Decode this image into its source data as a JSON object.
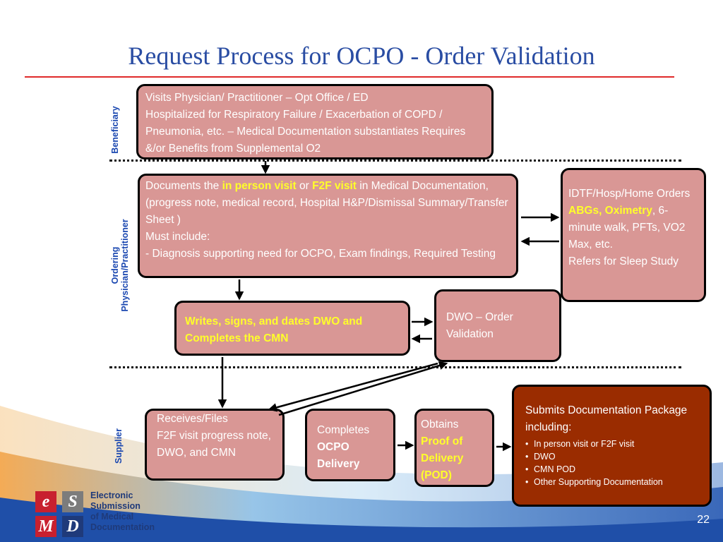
{
  "slide": {
    "title": "Request Process for OCPO - Order Validation",
    "page_number": "22"
  },
  "lanes": {
    "beneficiary": "Beneficiary",
    "ordering_line1": "Ordering",
    "ordering_line2": "Physician/Practitioner",
    "supplier": "Supplier"
  },
  "boxes": {
    "visit": {
      "line1": "Visits Physician/ Practitioner – Opt Office / ED",
      "line2": "Hospitalized for Respiratory Failure / Exacerbation of COPD / Pneumonia, etc. – Medical Documentation substantiates Requires &/or Benefits from Supplemental O2"
    },
    "documents": {
      "t1": "Documents the ",
      "h1": "in person visit",
      "t2": " or ",
      "h2": "F2F visit",
      "t3": " in Medical Documentation, (progress note,  medical record, Hospital H&P/Dismissal Summary/Transfer Sheet )",
      "must": "Must include:",
      "dash": "- ",
      "item": "Diagnosis supporting need for OCPO, Exam findings, Required Testing"
    },
    "idtf": {
      "t1": "IDTF/Hosp/Home Orders ",
      "h1": "ABGs, Oximetry",
      "t2": ", 6-minute walk, PFTs, VO2 Max, etc.",
      "line2": "Refers for Sleep Study"
    },
    "writes": {
      "text": "Writes, signs, and dates DWO and Completes the CMN"
    },
    "dwo": {
      "text": "DWO – Order Validation"
    },
    "receives": {
      "line1": "Receives/Files",
      "line2": "F2F visit progress note, DWO, and CMN"
    },
    "completes": {
      "line1": "Completes",
      "line2": "OCPO Delivery"
    },
    "obtains": {
      "line1": "Obtains",
      "line2": "Proof of Delivery (POD)"
    },
    "submits": {
      "title": "Submits Documentation Package including:",
      "items": [
        "In person visit or F2F visit",
        "DWO",
        "CMN  POD",
        "Other Supporting Documentation"
      ]
    }
  },
  "logo": {
    "letters": [
      "e",
      "S",
      "M",
      "D"
    ],
    "line1": "Electronic",
    "line2": "Submission",
    "line3": "of Medical",
    "line4": "Documentation"
  },
  "colors": {
    "title": "#2a4da3",
    "lane_label": "#1a47b0",
    "box_fill": "#d99795",
    "box_dark_fill": "#9a2c00",
    "highlight": "#ffff2a",
    "logo_red": "#c8202f",
    "logo_gray": "#7c7c7c",
    "logo_navy": "#1f3a7a"
  }
}
